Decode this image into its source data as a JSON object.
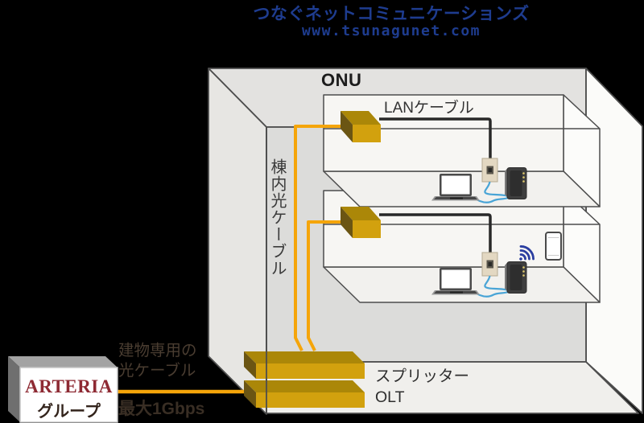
{
  "brand": {
    "name": "つなぐネットコミュニケーションズ",
    "url": "www.tsunagunet.com"
  },
  "diagram": {
    "onu_label": "ONU",
    "lan_cable_label": "LANケーブル",
    "riser_cable_label": "棟内光ケーブル",
    "splitter_label": "スプリッター",
    "olt_label": "OLT",
    "building_fiber_line1": "建物専用の",
    "building_fiber_line2": "光ケーブル",
    "max_speed_label": "最大1Gbps",
    "provider_name": "ARTERIA",
    "provider_suffix": "グループ"
  },
  "icons": {
    "onu": "onu-device-icon",
    "splitter": "splitter-device-icon",
    "olt": "olt-device-icon",
    "router": "router-icon",
    "laptop": "laptop-icon",
    "wall_outlet": "wall-outlet-icon",
    "wifi": "wifi-icon",
    "smartphone": "smartphone-icon"
  },
  "colors": {
    "brand_blue": "#1e3c8f",
    "cable_yellow": "#f5a50a",
    "lan_cable_black": "#282828",
    "cable_blue": "#48a4d6",
    "wifi_blue": "#2b3ea0",
    "device_gold_front": "#d2a10e",
    "device_gold_top": "#ab8708",
    "device_gold_side": "#6b5513",
    "arteria_red": "#8e2a33"
  }
}
